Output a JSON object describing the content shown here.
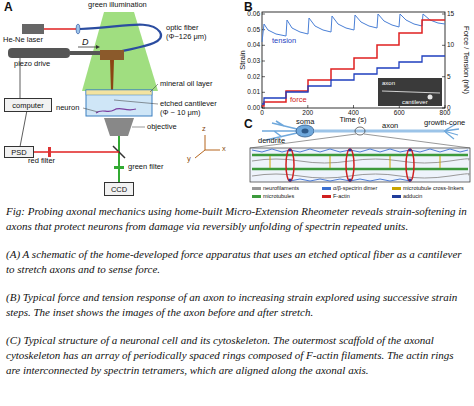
{
  "diagram": {
    "caption": "Fig: Probing axonal mechanics using home-built Micro-Extension Rheometer reveals strain-softening in axons that protect neurons from damage via reversibly unfolding of spectrin repeated units.",
    "nodes": [
      {
        "text": [
          "computer"
        ]
      },
      {
        "text": [
          "PSD"
        ]
      },
      {
        "text": [
          "CCD"
        ]
      }
    ],
    "edges": [
      {
        "from": 1,
        "to": 0,
        "arrow": "none"
      }
    ],
    "labels": [
      "A",
      "green illumination",
      "optic fiber (Φ~126 μm)",
      "He-Ne laser",
      "D",
      "piezo drive",
      "mineral oil layer",
      "neuron",
      "etched cantilever (Φ ~ 10 μm)",
      "objective",
      "x",
      "y",
      "z",
      "red filter",
      "green filter",
      "B",
      "Strain",
      "0.00",
      "0.01",
      "0.02",
      "0.03",
      "0.04",
      "0.05",
      "0.06",
      "0",
      "5",
      "10",
      "15",
      "Force / Tension (nN)",
      "0",
      "200",
      "400",
      "600",
      "800",
      "Time (s)",
      "tension",
      "force",
      "axon",
      "cantilever",
      "C",
      "dendrite",
      "soma",
      "axon",
      "growth-cone",
      "(A) A schematic of the home-developed force apparatus that uses an etched optical fiber as a cantilever to stretch axons and to sense force.",
      "(B) Typical force and tension response of an axon to increasing strain explored using successive strain steps. The inset shows the images of the axon before and after stretch.",
      "(C) Typical structure of a neuronal cell and its cytoskeleton. The outermost scaffold of the axonal cytoskeleton has an array of periodically spaced rings composed of F-actin filaments. The actin rings are interconnected by spectrin tetramers, which are aligned along the axonal axis."
    ],
    "legend": [
      {
        "text": "neurofilaments",
        "color": "#999999"
      },
      {
        "text": "α/β-spectrin dimer",
        "color": "#3b6fd0"
      },
      {
        "text": "microtubule cross-linkers",
        "color": "#c9a400"
      },
      {
        "text": "microtubules",
        "color": "#3c9a3c"
      },
      {
        "text": "F-actin",
        "color": "#d02020"
      },
      {
        "text": "adducin",
        "color": "#203c9a"
      }
    ]
  }
}
